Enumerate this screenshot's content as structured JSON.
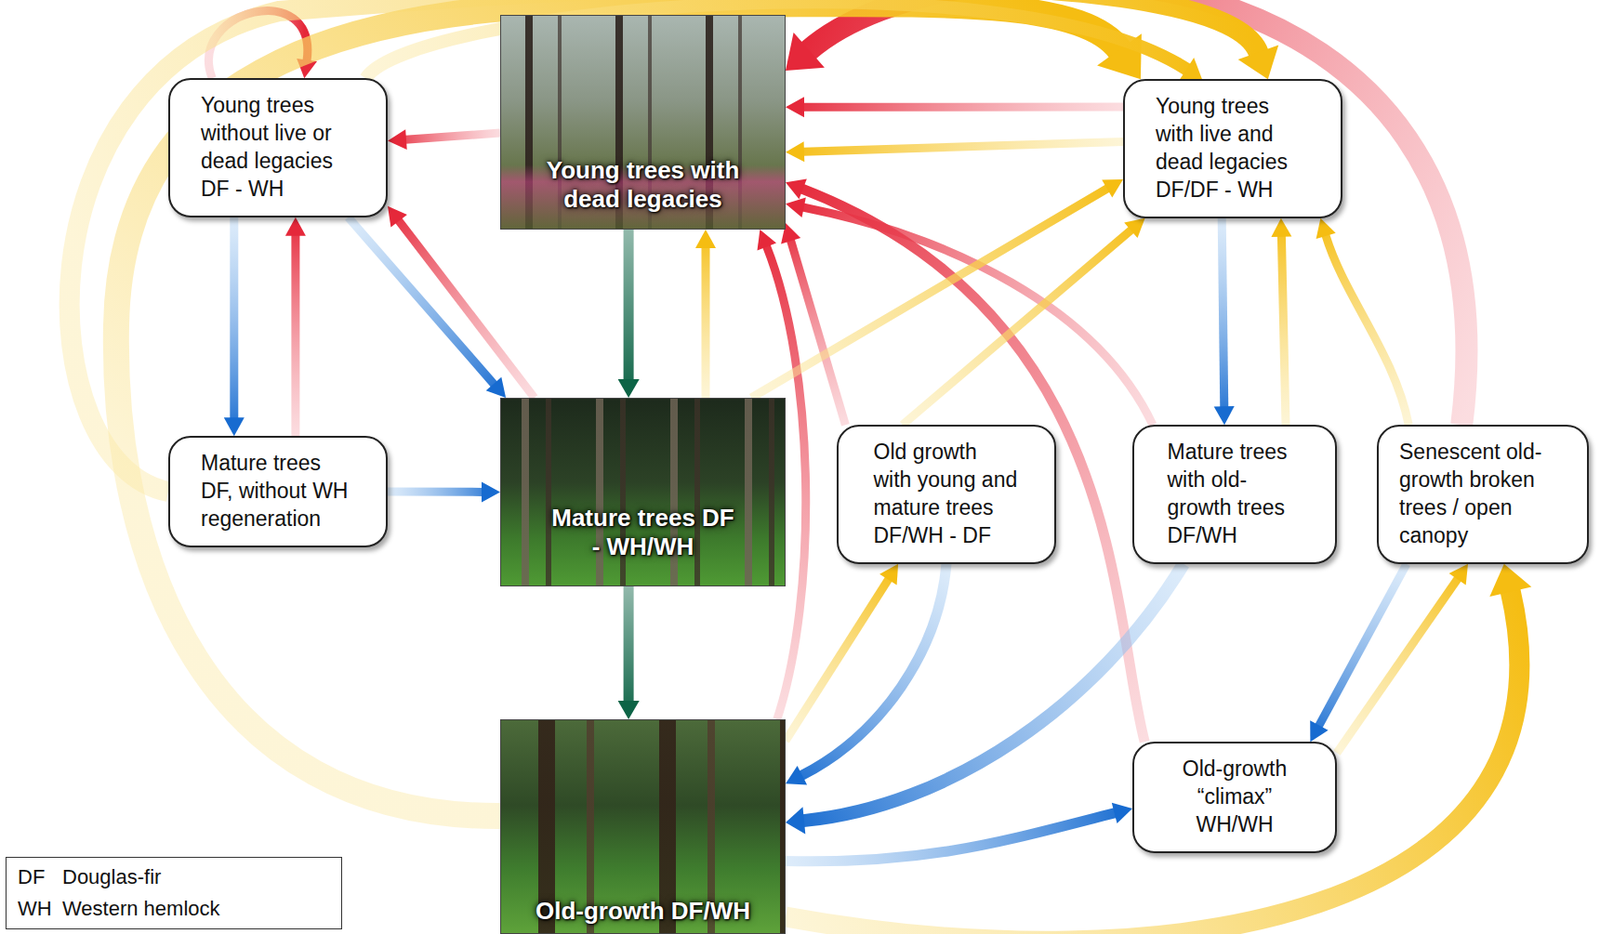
{
  "diagram": {
    "nodes": [
      {
        "text": [
          "Young trees without live or dead legacies DF - WH"
        ]
      },
      {
        "text": [
          "Young trees with dead legacies"
        ]
      },
      {
        "text": [
          "Young trees with live and dead legacies DF/DF - WH"
        ]
      },
      {
        "text": [
          "Mature trees DF, without WH regeneration"
        ]
      },
      {
        "text": [
          "Mature trees DF - WH/WH"
        ]
      },
      {
        "text": [
          "Old growth with young and mature trees DF/WH - DF"
        ]
      },
      {
        "text": [
          "Mature trees with old-growth trees DF/WH"
        ]
      },
      {
        "text": [
          "Senescent old-growth broken trees / open canopy"
        ]
      },
      {
        "text": [
          "Old-growth DF/WH"
        ]
      },
      {
        "text": [
          "Old-growth “climax” WH/WH"
        ]
      }
    ],
    "edges": [
      {
        "from": 0,
        "to": 0,
        "arrow": "to"
      },
      {
        "from": 1,
        "to": 0,
        "arrow": "to"
      },
      {
        "from": 0,
        "to": 3,
        "arrow": "to"
      },
      {
        "from": 3,
        "to": 0,
        "arrow": "to"
      },
      {
        "from": 0,
        "to": 4,
        "arrow": "to"
      },
      {
        "from": 4,
        "to": 0,
        "arrow": "to"
      },
      {
        "from": 3,
        "to": 4,
        "arrow": "to"
      },
      {
        "from": 1,
        "to": 4,
        "arrow": "to"
      },
      {
        "from": 4,
        "to": 8,
        "arrow": "to"
      },
      {
        "from": 4,
        "to": 1,
        "arrow": "to"
      },
      {
        "from": 8,
        "to": 1,
        "arrow": "to"
      },
      {
        "from": 5,
        "to": 1,
        "arrow": "to"
      },
      {
        "from": 6,
        "to": 1,
        "arrow": "to"
      },
      {
        "from": 9,
        "to": 1,
        "arrow": "to"
      },
      {
        "from": 2,
        "to": 1,
        "arrow": "to"
      },
      {
        "from": 2,
        "to": 1,
        "arrow": "to"
      },
      {
        "from": 7,
        "to": 1,
        "arrow": "to"
      },
      {
        "from": 8,
        "to": 2,
        "arrow": "to"
      },
      {
        "from": 0,
        "to": 2,
        "arrow": "to"
      },
      {
        "from": 4,
        "to": 2,
        "arrow": "to"
      },
      {
        "from": 5,
        "to": 2,
        "arrow": "to"
      },
      {
        "from": 6,
        "to": 2,
        "arrow": "to"
      },
      {
        "from": 2,
        "to": 6,
        "arrow": "to"
      },
      {
        "from": 7,
        "to": 2,
        "arrow": "to"
      },
      {
        "from": 8,
        "to": 5,
        "arrow": "to"
      },
      {
        "from": 5,
        "to": 8,
        "arrow": "to"
      },
      {
        "from": 6,
        "to": 8,
        "arrow": "to"
      },
      {
        "from": 8,
        "to": 9,
        "arrow": "to"
      },
      {
        "from": 7,
        "to": 9,
        "arrow": "to"
      },
      {
        "from": 9,
        "to": 7,
        "arrow": "to"
      },
      {
        "from": 8,
        "to": 7,
        "arrow": "to"
      },
      {
        "from": 3,
        "to": 2,
        "arrow": "to"
      }
    ],
    "labels": [
      "DF",
      "Douglas-fir",
      "WH",
      "Western hemlock"
    ]
  }
}
